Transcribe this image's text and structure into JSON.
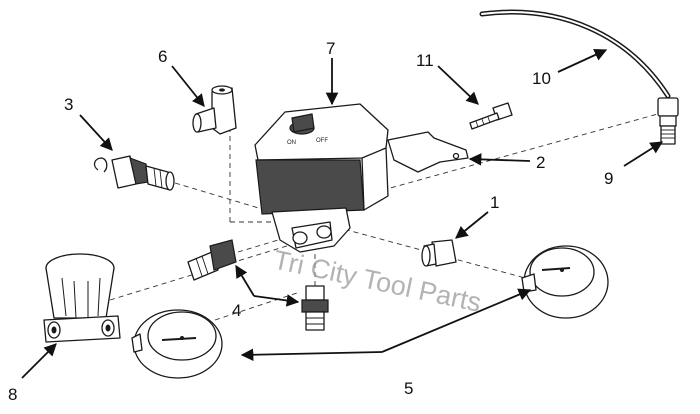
{
  "callouts": [
    "1",
    "2",
    "3",
    "4",
    "5",
    "6",
    "7",
    "8",
    "9",
    "10",
    "11"
  ],
  "watermark": "Tri City Tool Parts",
  "switch_labels": {
    "on": "ON",
    "off": "OFF"
  },
  "colors": {
    "line": "#1a1a1a",
    "watermark": "#9a9a9a",
    "dark_fill": "#4a4a4a"
  }
}
